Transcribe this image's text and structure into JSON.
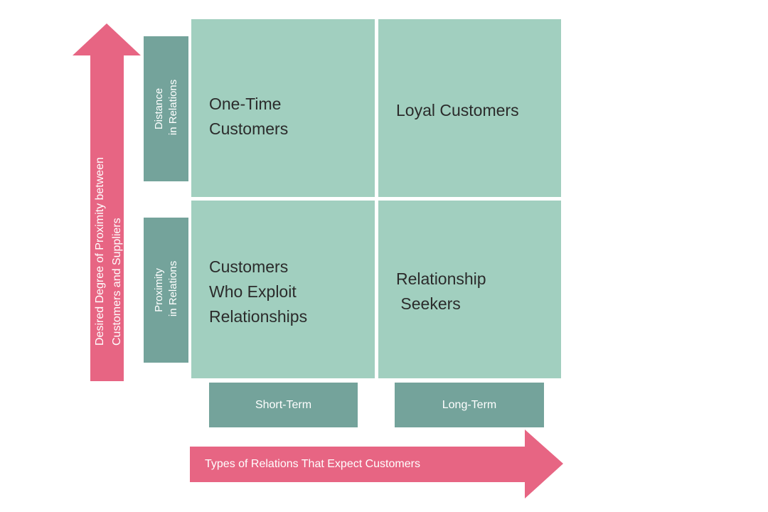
{
  "colors": {
    "quadrant_fill": "#a1cfbf",
    "label_fill": "#74a39b",
    "arrow_fill": "#e76583",
    "quadrant_text": "#2b2b2b",
    "label_text": "#ffffff"
  },
  "y_axis": {
    "title": "Desired Degree of Proximity between\nCustomers and Suppliers",
    "levels": [
      {
        "label": "Distance\n in Relations"
      },
      {
        "label": "Proximity\n in Relations"
      }
    ]
  },
  "x_axis": {
    "title": "Types of Relations That Expect Customers",
    "levels": [
      {
        "label": "Short-Term"
      },
      {
        "label": "Long-Term"
      }
    ]
  },
  "quadrants": {
    "top_left": "One-Time\nCustomers",
    "top_right": "Loyal Customers",
    "bottom_left": "Customers\nWho Exploit\nRelationships",
    "bottom_right": "Relationship\n Seekers"
  }
}
